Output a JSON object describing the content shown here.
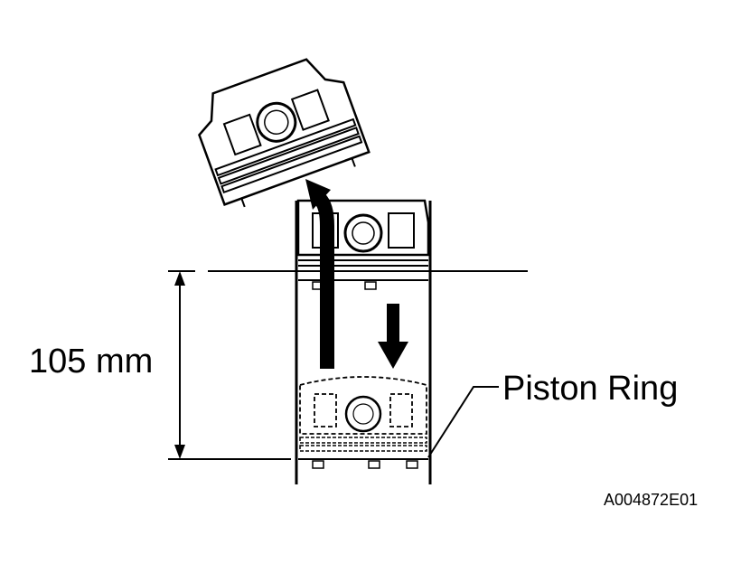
{
  "dimension": {
    "label": "105 mm"
  },
  "callout": {
    "label": "Piston Ring"
  },
  "figure": {
    "code": "A004872E01"
  },
  "colors": {
    "ink": "#000000",
    "paper": "#ffffff"
  }
}
